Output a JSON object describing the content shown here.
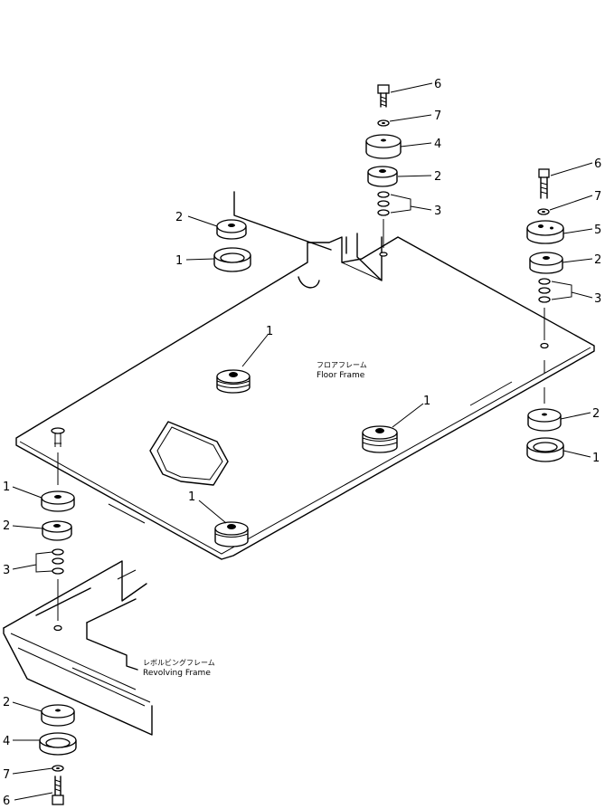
{
  "labels": {
    "floor_frame_jp": "フロアフレーム",
    "floor_frame_en": "Floor  Frame",
    "revolving_frame_jp": "レボルビングフレーム",
    "revolving_frame_en": "Revolving  Frame"
  },
  "callouts": {
    "top_6": "6",
    "top_7": "7",
    "top_4": "4",
    "top_2": "2",
    "top_3": "3",
    "right_6": "6",
    "right_7": "7",
    "right_5": "5",
    "right_2": "2",
    "right_3": "3",
    "right_low_2": "2",
    "right_low_1": "1",
    "ul_2": "2",
    "ul_1": "1",
    "plate_1a": "1",
    "plate_1b": "1",
    "plate_1c": "1",
    "left_1": "1",
    "left_2": "2",
    "left_3": "3",
    "bot_2": "2",
    "bot_4": "4",
    "bot_7": "7",
    "bot_6": "6"
  }
}
